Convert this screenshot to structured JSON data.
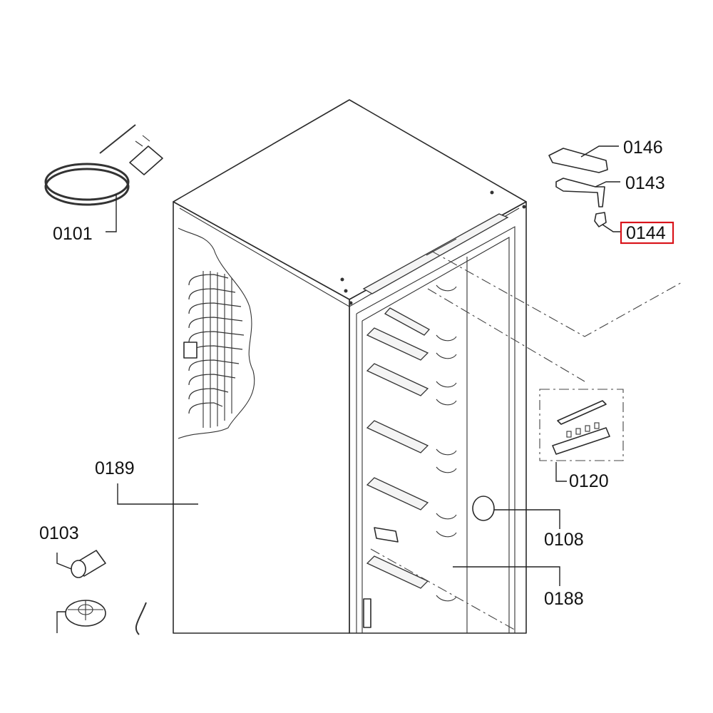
{
  "highlight_color": "#d9141b",
  "highlighted_part": "0144",
  "callouts": {
    "c0101": "0101",
    "c0146": "0146",
    "c0143": "0143",
    "c0144": "0144",
    "c0189": "0189",
    "c0120": "0120",
    "c0103": "0103",
    "c0108": "0108",
    "c0188": "0188"
  }
}
